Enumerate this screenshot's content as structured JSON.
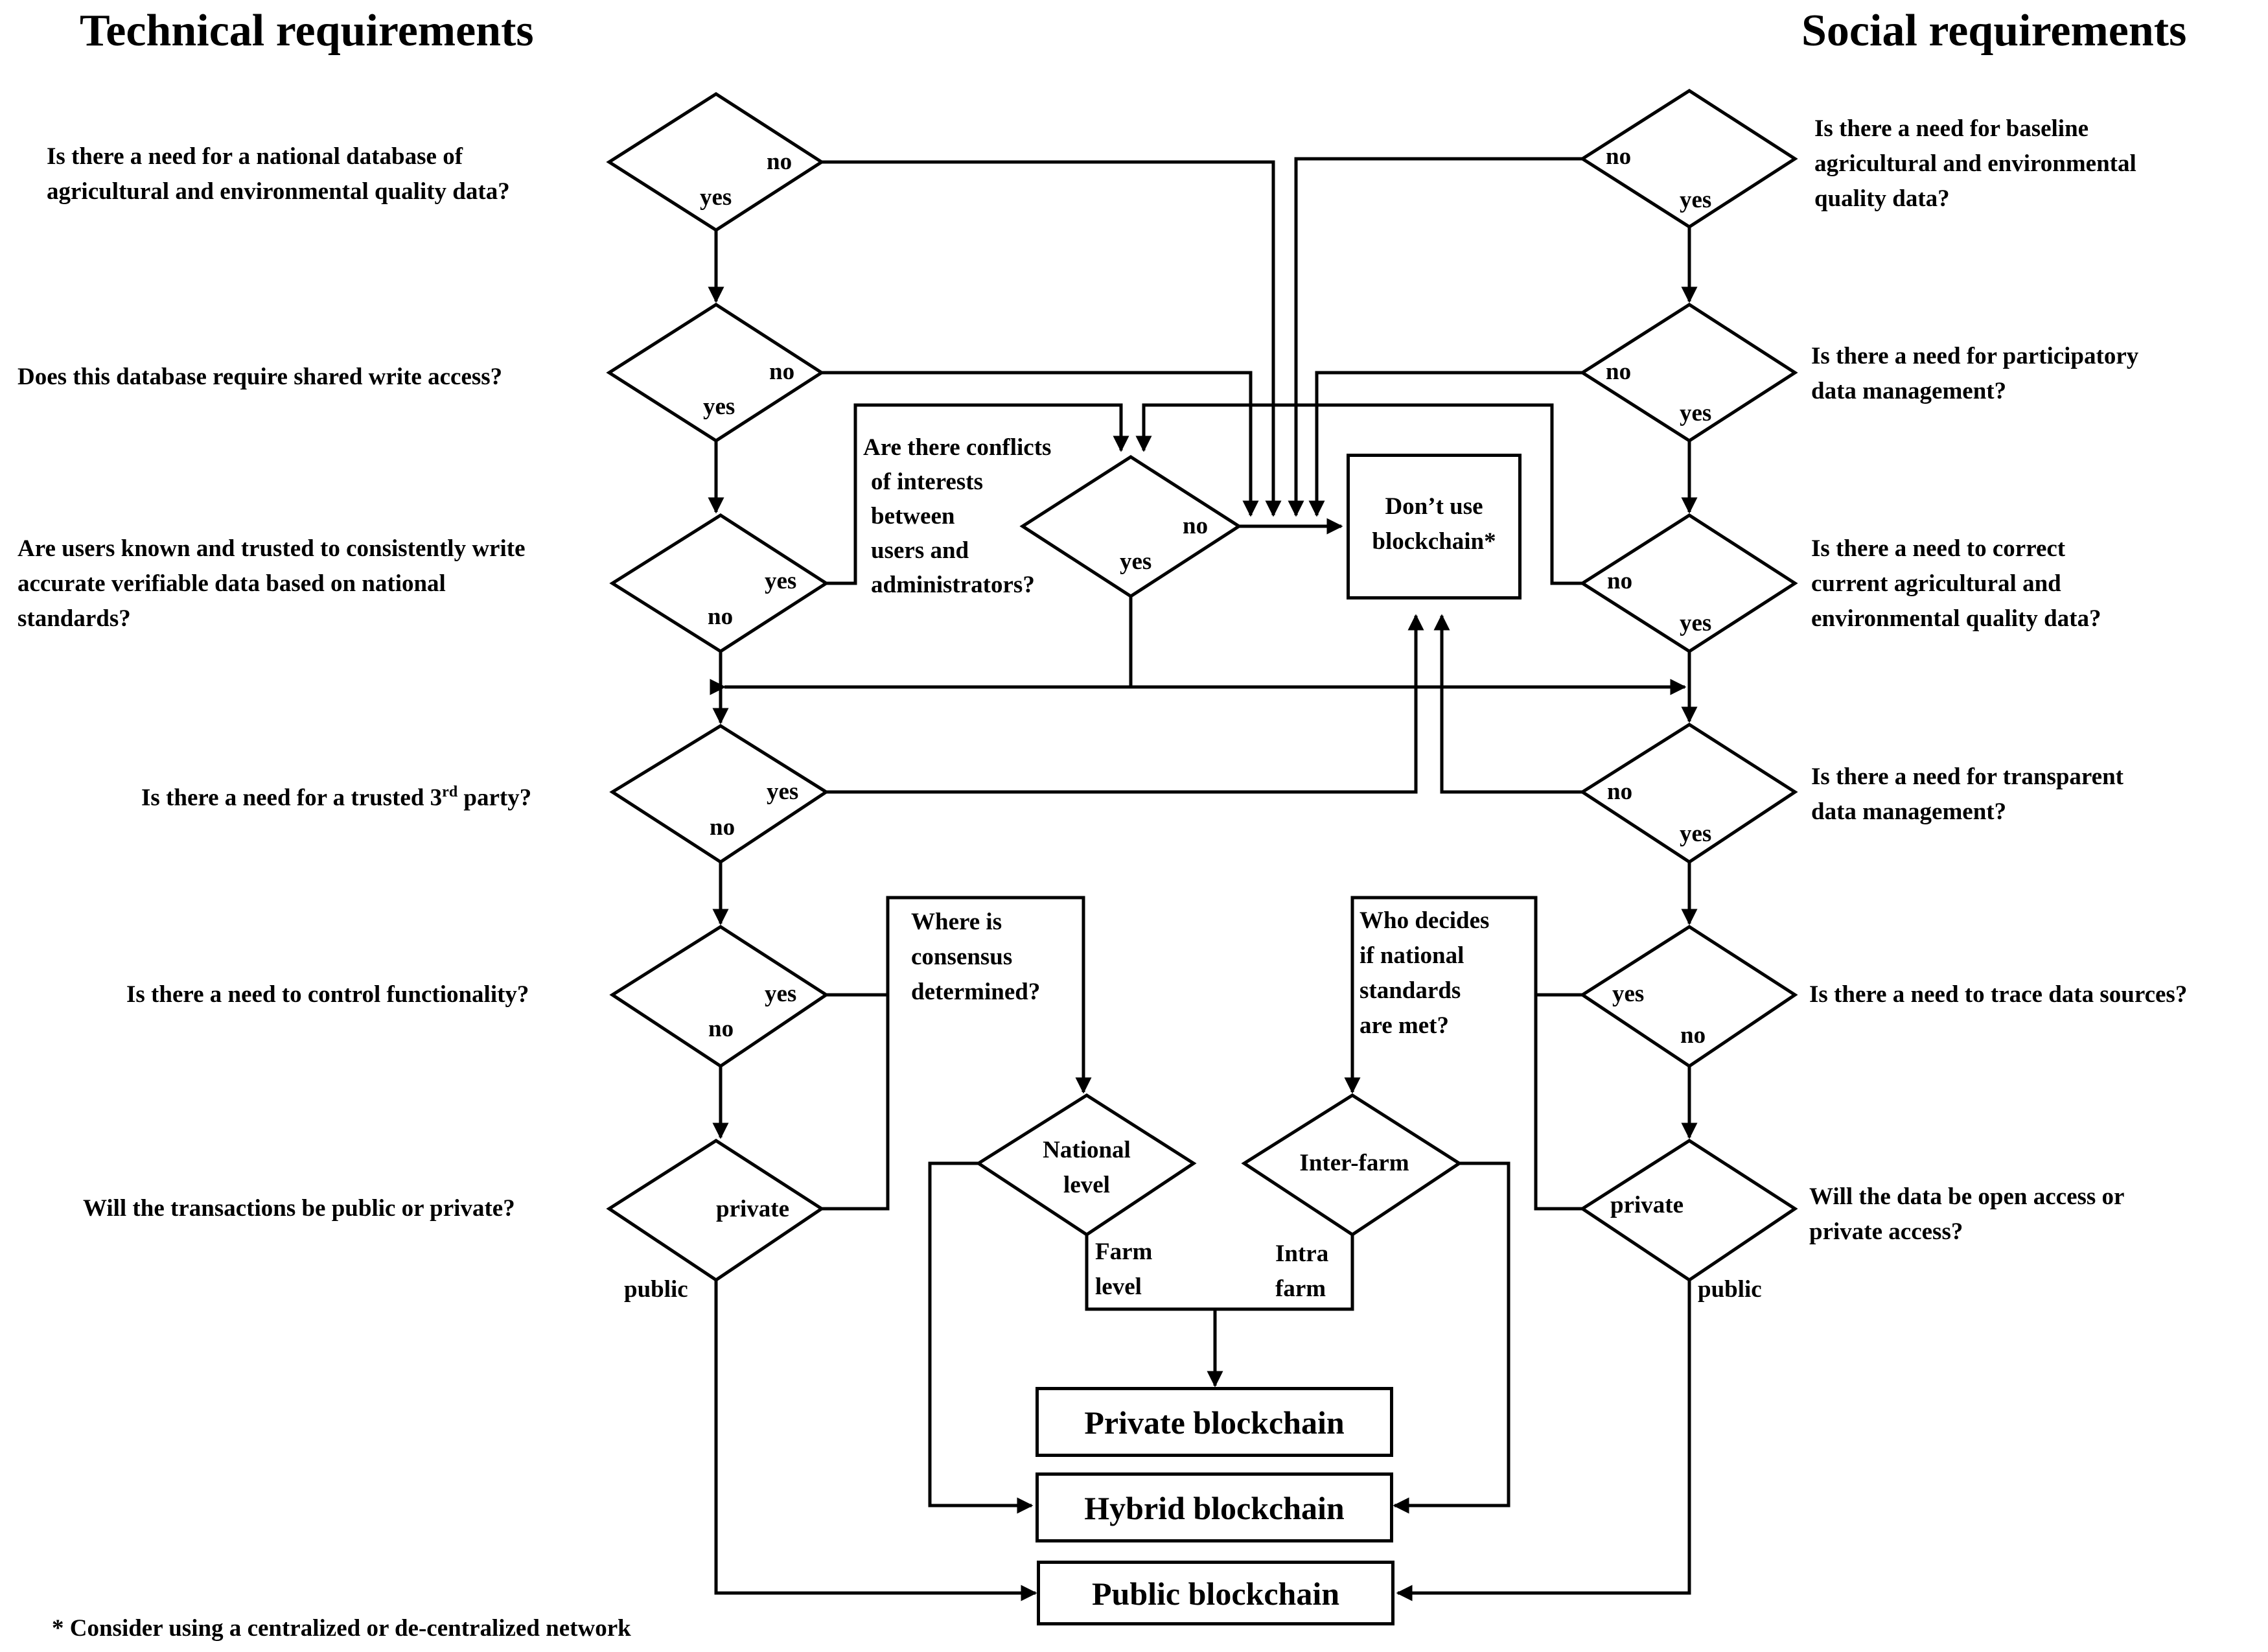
{
  "headings": {
    "left": "Technical requirements",
    "right": "Social requirements"
  },
  "technical": {
    "q1": [
      "Is there a need for a national database of",
      "agricultural and environmental quality data?"
    ],
    "q2": "Does this database require shared write access?",
    "q3": [
      "Are users known and trusted to consistently write",
      "accurate verifiable data based on national",
      "standards?"
    ],
    "q4": "Is there a need for a trusted 3",
    "q4_sup": "rd",
    "q4_tail": " party?",
    "q5": "Is there a need to control functionality?",
    "q6": "Will  the transactions be public or private?"
  },
  "social": {
    "q1": [
      "Is there a need for baseline",
      "agricultural and environmental",
      "quality data?"
    ],
    "q2": [
      "Is there a need for participatory",
      "data management?"
    ],
    "q3": [
      "Is there a need to correct",
      "current agricultural and",
      "environmental  quality data?"
    ],
    "q4": [
      "Is there a need for transparent",
      "data management?"
    ],
    "q5": "Is there a need to trace data sources?",
    "q6": [
      "Will  the data be open access or",
      "private access?"
    ]
  },
  "middle": {
    "conflict": [
      "Are there conflicts",
      "of interests",
      "between",
      "users and",
      "administrators?"
    ],
    "consensus": [
      "Where is",
      "consensus",
      "determined?"
    ],
    "decides": [
      "Who decides",
      "if national",
      "standards",
      "are met?"
    ],
    "national": [
      "National",
      "level"
    ],
    "interfarm": "Inter-farm",
    "farm_level": [
      "Farm",
      "level"
    ],
    "intra_farm": [
      "Intra",
      "farm"
    ]
  },
  "branch_labels": {
    "yes": "yes",
    "no": "no",
    "private": "private",
    "public": "public"
  },
  "outcomes": {
    "dont_use": [
      "Don’t use",
      "blockchain*"
    ],
    "private": "Private blockchain",
    "hybrid": "Hybrid blockchain",
    "public": "Public blockchain"
  },
  "footnote": "* Consider using a centralized or de-centralized network"
}
